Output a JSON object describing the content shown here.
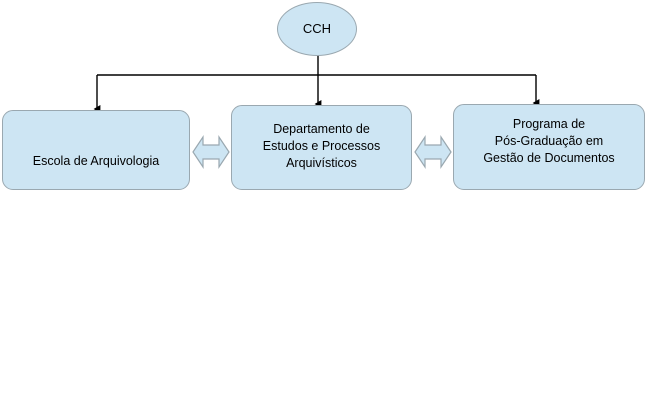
{
  "diagram": {
    "title": "",
    "background_color": "#ffffff",
    "node_fill_color": "#cde5f3",
    "node_border_color": "#9aa8b0",
    "connector_color": "#000000",
    "nodes": [
      {
        "id": "cch",
        "shape": "ellipse",
        "label": "CCH"
      },
      {
        "id": "escola",
        "shape": "rounded-rectangle",
        "label": "Escola de Arquivologia"
      },
      {
        "id": "departamento",
        "shape": "rounded-rectangle",
        "label": "Departamento de\nEstudos e Processos\nArquivísticos"
      },
      {
        "id": "programa",
        "shape": "rounded-rectangle",
        "label": "Programa de\nPós-Graduação em\nGestão de Documentos"
      }
    ],
    "connectors": [
      {
        "id": "cch-to-escola",
        "from": "cch",
        "to": "escola",
        "style": "orthogonal-arrow",
        "direction": "one-way"
      },
      {
        "id": "cch-to-departamento",
        "from": "cch",
        "to": "departamento",
        "style": "straight-arrow",
        "direction": "one-way"
      },
      {
        "id": "cch-to-programa",
        "from": "cch",
        "to": "programa",
        "style": "orthogonal-arrow",
        "direction": "one-way"
      },
      {
        "id": "escola-departamento-link",
        "from": "escola",
        "to": "departamento",
        "style": "double-headed-arrow",
        "direction": "bidirectional"
      },
      {
        "id": "departamento-programa-link",
        "from": "departamento",
        "to": "programa",
        "style": "double-headed-arrow",
        "direction": "bidirectional"
      }
    ]
  }
}
